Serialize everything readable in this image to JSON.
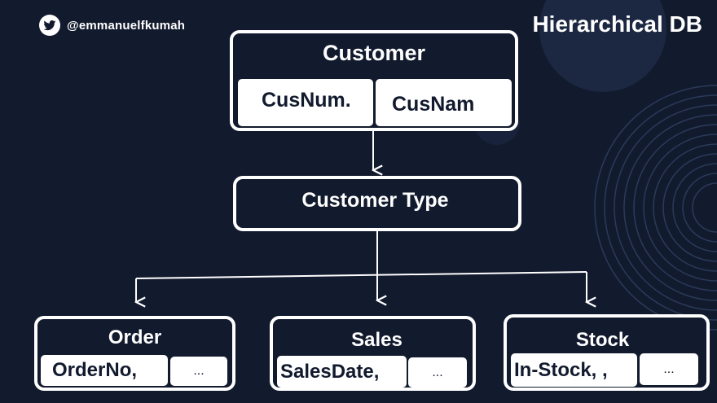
{
  "header": {
    "handle": "@emmanuelfkumah",
    "title": "Hierarchical DB"
  },
  "icons": {
    "social": "twitter-bird-icon"
  },
  "colors": {
    "background": "#121a2e",
    "outline": "#ffffff",
    "field_text": "#121a2e"
  },
  "diagram": {
    "customer": {
      "title": "Customer",
      "fields": [
        "CusNum.",
        "CusNam"
      ]
    },
    "customer_type": {
      "title": "Customer Type"
    },
    "order": {
      "title": "Order",
      "fields": [
        "OrderNo,",
        "..."
      ]
    },
    "sales": {
      "title": "Sales",
      "fields": [
        "SalesDate,",
        "..."
      ]
    },
    "stock": {
      "title": "Stock",
      "fields": [
        "In-Stock, ,",
        "..."
      ]
    }
  }
}
